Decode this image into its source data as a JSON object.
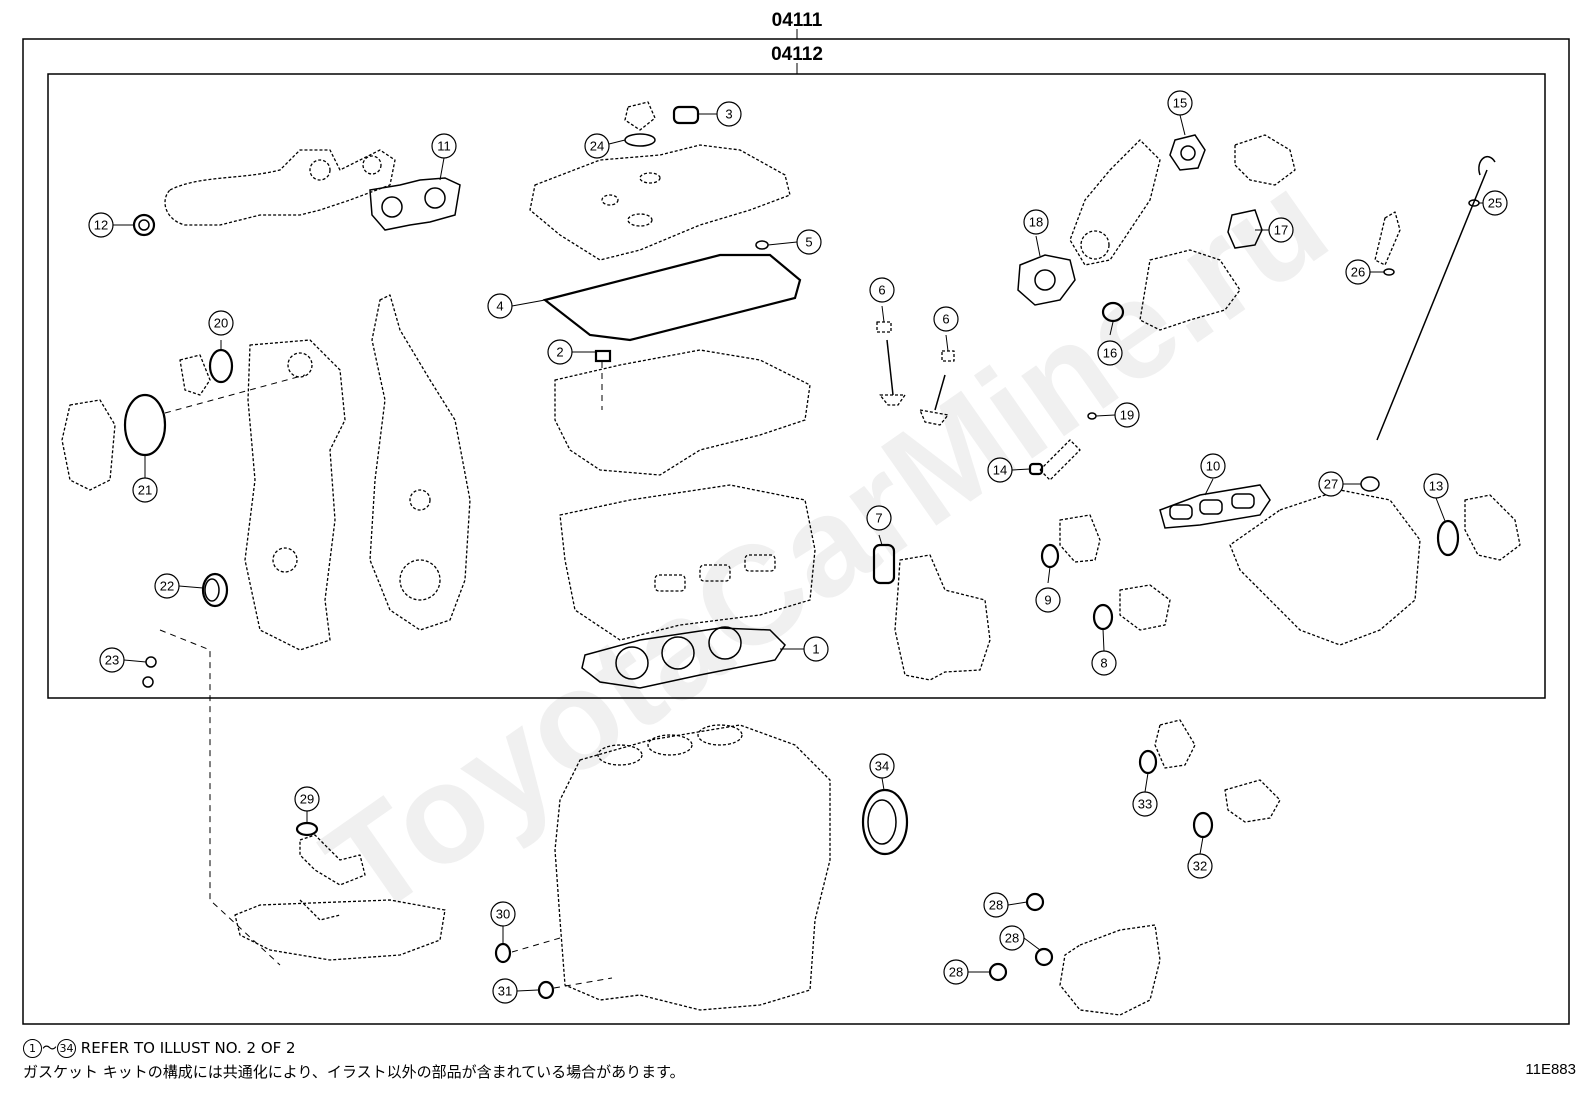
{
  "kits": [
    {
      "code": "04111"
    },
    {
      "code": "04112"
    }
  ],
  "watermark": "ToyotaCarMine.ru",
  "callouts": [
    "1",
    "2",
    "3",
    "4",
    "5",
    "6",
    "6",
    "7",
    "8",
    "9",
    "10",
    "11",
    "12",
    "13",
    "14",
    "15",
    "16",
    "17",
    "18",
    "19",
    "20",
    "21",
    "22",
    "23",
    "24",
    "25",
    "26",
    "27",
    "28",
    "28",
    "28",
    "29",
    "30",
    "31",
    "32",
    "33",
    "34"
  ],
  "notes": {
    "range_start": "1",
    "range_sep": "～",
    "range_end": "34",
    "refer_text": "REFER TO ILLUST NO. 2 OF 2",
    "japanese_text": "ガスケット キットの構成には共通化により、イラスト以外の部品が含まれている場合があります。"
  },
  "illustration_code": "11E883"
}
